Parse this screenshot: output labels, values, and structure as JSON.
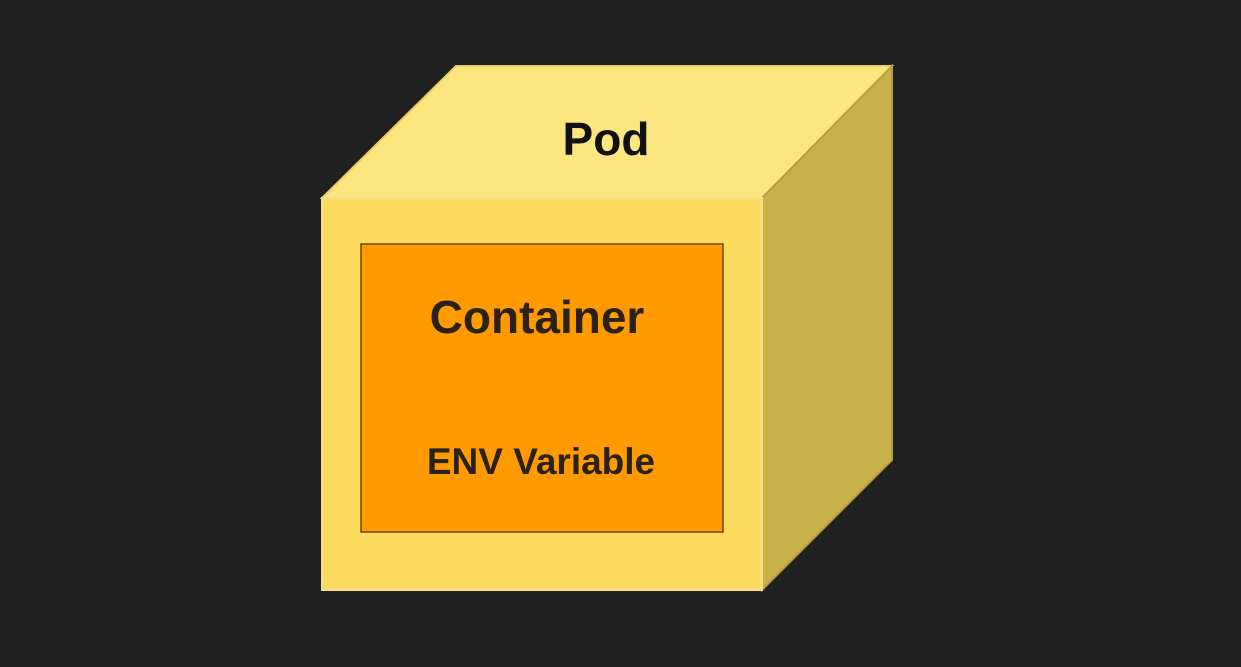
{
  "diagram": {
    "pod": {
      "label": "Pod"
    },
    "container": {
      "title": "Container",
      "item": "ENV Variable"
    }
  },
  "colors": {
    "background": "#202020",
    "pod_front": "#fddb5e",
    "pod_top": "#fde67f",
    "pod_side": "#c9b04b",
    "pod_edge": "#e8cf63",
    "container_fill": "#ff9a00",
    "container_border": "#6a4a10",
    "text": "#111111",
    "container_text": "#2b2217"
  }
}
